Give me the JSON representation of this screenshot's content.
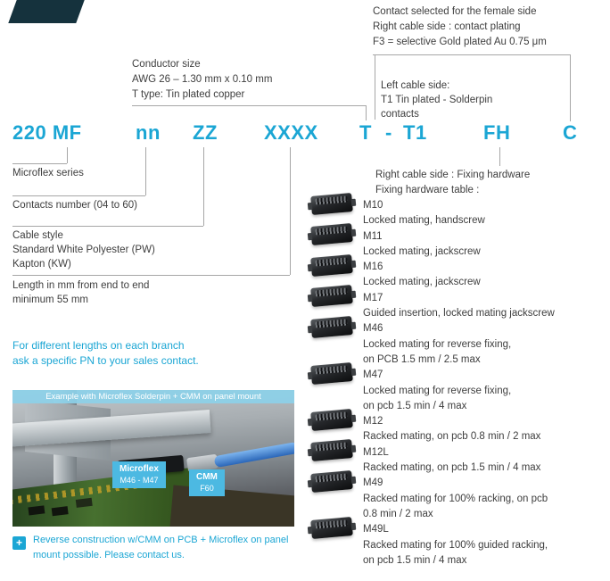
{
  "brand": {
    "accent": "#1ba6d4",
    "banner_color": "#15323d"
  },
  "part_number": {
    "segments": [
      "220 MF",
      "nn",
      "ZZ",
      "XXXX",
      "T",
      "-",
      "T1",
      "FH",
      "C"
    ]
  },
  "annotations": {
    "contact_plating": {
      "lines": [
        "Contact selected for the female side",
        "Right cable side : contact plating",
        "F3 = selective Gold plated Au 0.75 μm"
      ]
    },
    "conductor": {
      "lines": [
        "Conductor size",
        "AWG 26 – 1.30 mm x 0.10 mm",
        "T type: Tin plated copper"
      ]
    },
    "left_cable": {
      "lines": [
        "Left cable side:",
        "T1 Tin plated - Solderpin",
        "contacts"
      ]
    }
  },
  "labels": {
    "series": "Microflex series",
    "contacts": "Contacts number (04 to 60)",
    "cable_style": {
      "lines": [
        "Cable style",
        "Standard White Polyester (PW)",
        "Kapton (KW)"
      ]
    },
    "length": {
      "lines": [
        "Length in mm from end to end",
        "minimum 55 mm"
      ]
    }
  },
  "note": {
    "lines": [
      "For different lengths on each branch",
      "ask a specific PN to your sales contact."
    ]
  },
  "example": {
    "caption": "Example with Microflex Solderpin + CMM on panel mount",
    "labels": [
      {
        "title": "Microflex",
        "sub": "M46 - M47"
      },
      {
        "title": "CMM",
        "sub": "F60"
      }
    ]
  },
  "footer_note": {
    "icon": "+",
    "text": "Reverse construction w/CMM on PCB + Microflex on panel mount possible. Please contact us."
  },
  "fixing_hardware": {
    "header": "Right cable side : Fixing hardware",
    "table_title": "Fixing hardware table :",
    "items": [
      {
        "code": "M10",
        "lines": [
          "Locked mating, handscrew"
        ]
      },
      {
        "code": "M11",
        "lines": [
          "Locked mating, jackscrew"
        ]
      },
      {
        "code": "M16",
        "lines": [
          "Locked mating, jackscrew"
        ]
      },
      {
        "code": "M17",
        "lines": [
          "Guided insertion, locked mating jackscrew"
        ]
      },
      {
        "code": "M46",
        "lines": [
          "Locked mating for reverse fixing,",
          "on PCB 1.5 mm / 2.5 max"
        ]
      },
      {
        "code": "M47",
        "lines": [
          "Locked mating for reverse fixing,",
          "on pcb 1.5 min / 4 max"
        ]
      },
      {
        "code": "M12",
        "lines": [
          "Racked mating, on pcb 0.8 min / 2 max"
        ]
      },
      {
        "code": "M12L",
        "lines": [
          "Racked mating, on pcb 1.5 min / 4 max"
        ]
      },
      {
        "code": "M49",
        "lines": [
          "Racked mating for 100% racking, on pcb",
          "0.8 min / 2 max"
        ]
      },
      {
        "code": "M49L",
        "lines": [
          "Racked mating for 100% guided racking,",
          "on pcb 1.5 min / 4 max"
        ]
      }
    ]
  }
}
